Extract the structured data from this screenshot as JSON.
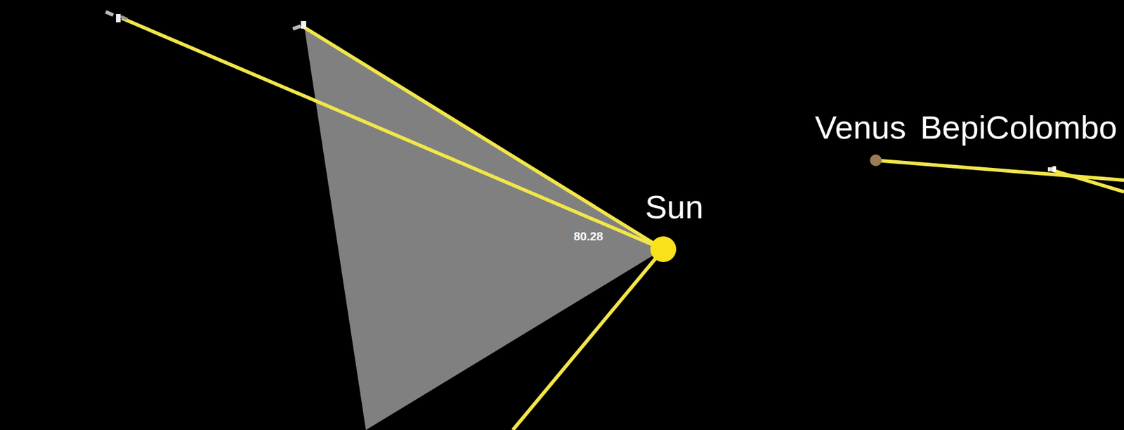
{
  "diagram": {
    "labels": [
      "Sun",
      "80.28",
      "Venus",
      "BepiColombo"
    ]
  }
}
